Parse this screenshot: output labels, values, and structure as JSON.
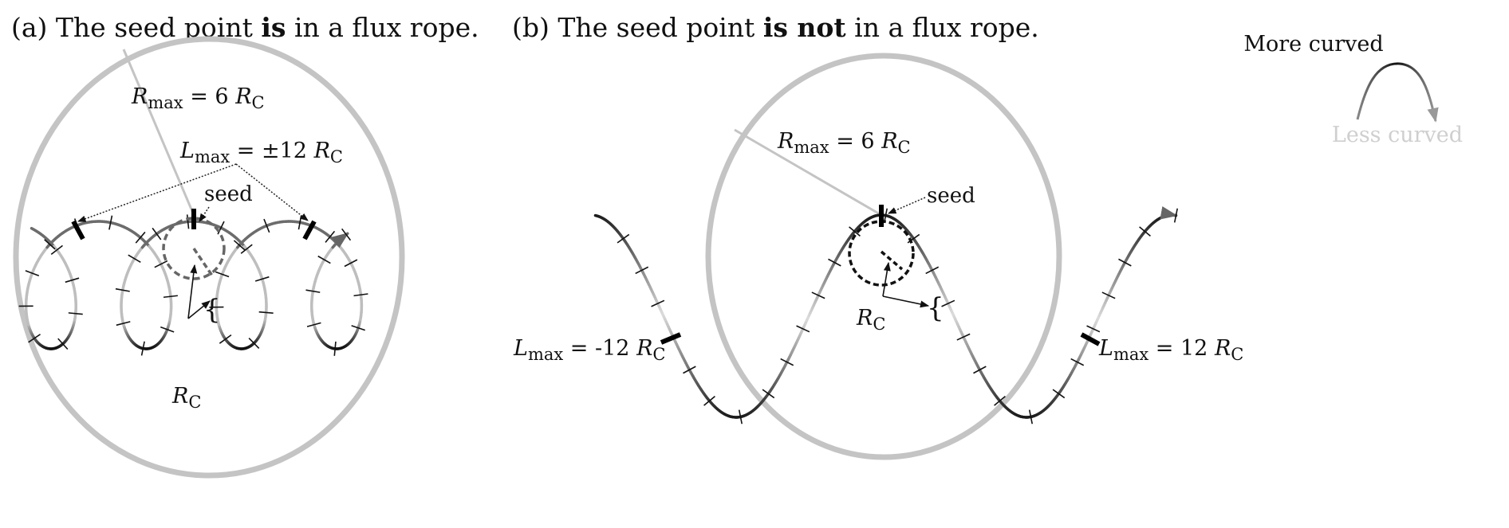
{
  "panel_a": {
    "title_pre": "(a) The seed point ",
    "title_bold": "is",
    "title_post": " in a flux rope.",
    "rmax_sym": "R",
    "rmax_sub": "max",
    "rmax_eq": " = 6 ",
    "rmax_rc": "R",
    "rmax_rc_sub": "C",
    "lmax_sym": "L",
    "lmax_sub": "max",
    "lmax_eq": " = ±12 ",
    "lmax_rc": "R",
    "lmax_rc_sub": "C",
    "seed": "seed",
    "rc_sym": "R",
    "rc_sub": "C",
    "brace": "{"
  },
  "panel_b": {
    "title_pre": "(b) The seed point ",
    "title_bold": "is not",
    "title_post": " in a flux rope.",
    "rmax_sym": "R",
    "rmax_sub": "max",
    "rmax_eq": " = 6 ",
    "rmax_rc": "R",
    "rmax_rc_sub": "C",
    "seed": "seed",
    "rc_sym": "R",
    "rc_sub": "C",
    "brace": "{",
    "lmax_left_sym": "L",
    "lmax_left_sub": "max",
    "lmax_left_eq": " = -12 ",
    "lmax_left_rc": "R",
    "lmax_left_rc_sub": "C",
    "lmax_right_sym": "L",
    "lmax_right_sub": "max",
    "lmax_right_eq": " = 12 ",
    "lmax_right_rc": "R",
    "lmax_right_rc_sub": "C"
  },
  "legend": {
    "more": "More curved",
    "less": "Less curved"
  },
  "colors": {
    "circle": "#c4c4c4",
    "more_curved": "#111111",
    "less_curved": "#d8d8d8"
  }
}
